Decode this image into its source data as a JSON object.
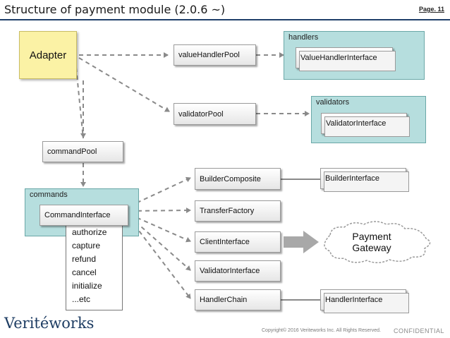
{
  "title": "Structure of payment module (2.0.6 ~)",
  "page_label": "Page. 11",
  "adapter": "Adapter",
  "nodes": {
    "value_handler_pool": "valueHandlerPool",
    "validator_pool": "validatorPool",
    "command_pool": "commandPool",
    "builder_composite": "BuilderComposite",
    "transfer_factory": "TransferFactory",
    "client_interface": "ClientInterface",
    "validator_interface_cmd": "ValidatorInterface",
    "handler_chain": "HandlerChain",
    "builder_interface": "BuilderInterface",
    "handler_interface": "HandlerInterface"
  },
  "groups": {
    "handlers": {
      "label": "handlers",
      "item": "ValueHandlerInterface"
    },
    "validators": {
      "label": "validators",
      "item": "ValidatorInterface"
    },
    "commands": {
      "label": "commands",
      "item": "CommandInterface"
    }
  },
  "methods": [
    "authorize",
    "capture",
    "refund",
    "cancel",
    "initialize",
    "...etc"
  ],
  "gateway": {
    "line1": "Payment",
    "line2": "Gateway"
  },
  "footer": {
    "logo": "Veritéworks",
    "copyright": "Copyright©  2016 Veriteworks Inc.  All Rights Reserved.",
    "confidential": "CONFIDENTIAL"
  },
  "colors": {
    "adapter_fill": "#fbf2a5",
    "group_fill": "#b6dede",
    "brand": "#1e3d63",
    "arrow": "#8a8a8a"
  }
}
